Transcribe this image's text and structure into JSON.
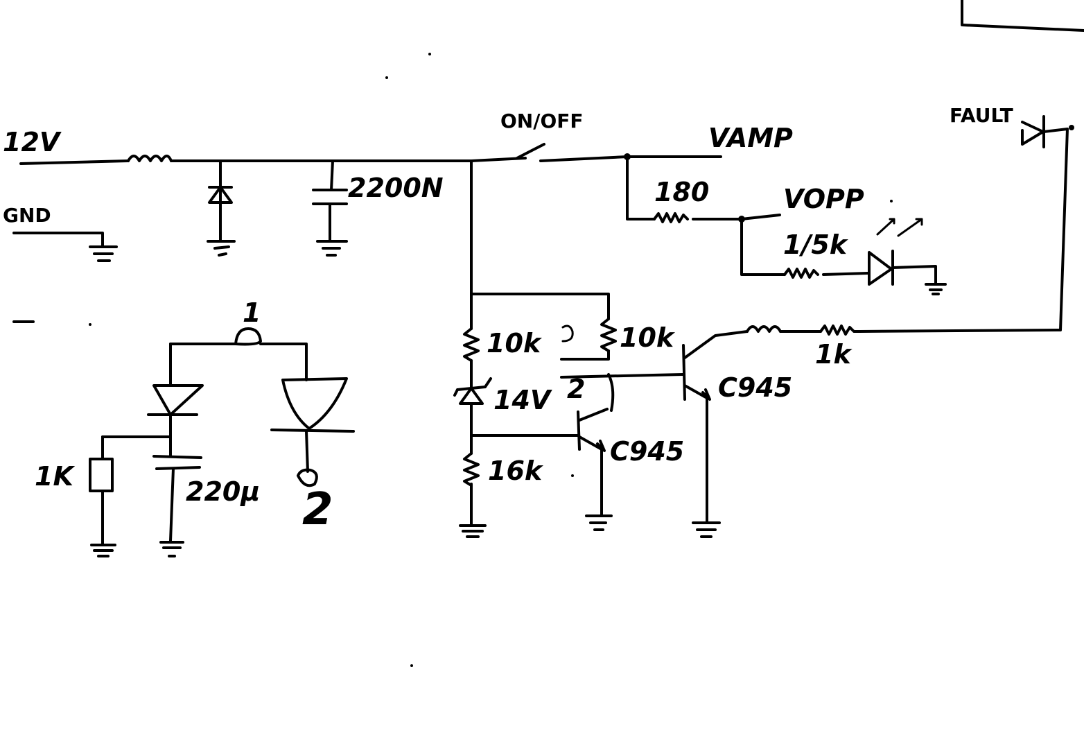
{
  "labels": {
    "v12": "12V",
    "gnd": "GND",
    "cap_2200": "2200N",
    "switch": "ON/OFF",
    "vamp": "VAMP",
    "vopp": "VOPP",
    "r180": "180",
    "r15k": "1/5k",
    "fault": "FAULT",
    "r1k_top": "1k",
    "r10k_a": "10k",
    "r10k_b": "10k",
    "zener": "14V",
    "r16k": "16k",
    "q1": "C945",
    "q2": "C945",
    "jp1": "1",
    "jp2": "2",
    "jp2_big": "2",
    "r1k_left": "1K",
    "cap_220": "220µ"
  },
  "colors": {
    "ink": "#000000",
    "paper": "#ffffff"
  }
}
